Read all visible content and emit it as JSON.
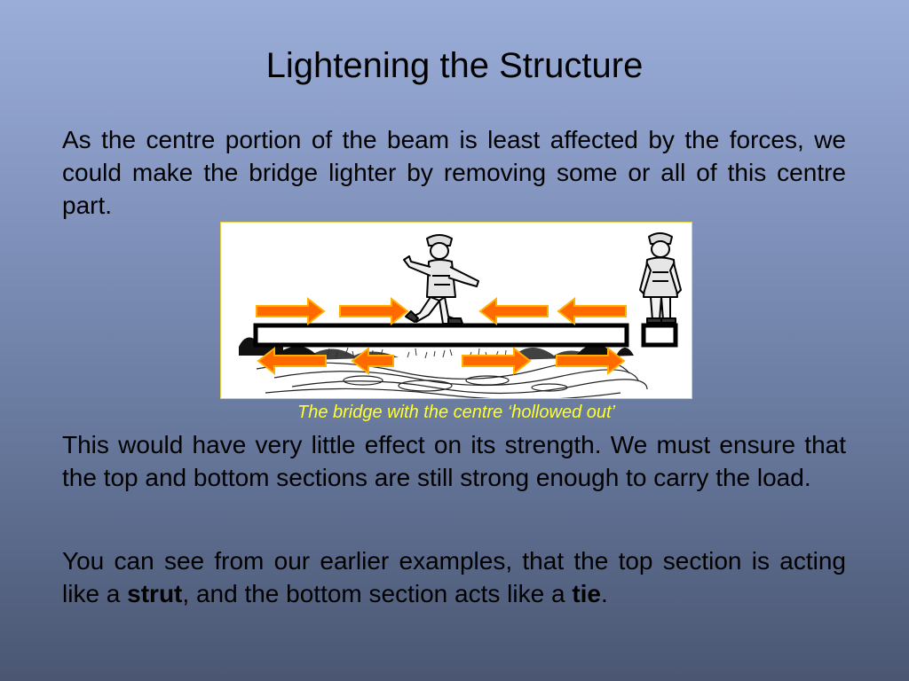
{
  "slide": {
    "title": "Lightening the Structure",
    "paragraph_1": "As the centre portion of the beam is least affected by the forces, we could make the bridge lighter by removing some or all of this centre part.",
    "paragraph_2": "This would have very little effect on its strength. We must ensure that the top and bottom sections are still strong enough to carry the load.",
    "paragraph_3": {
      "part_1": "You can see from our earlier examples, that the top section is acting like a ",
      "bold_1": "strut",
      "part_2": ", and the bottom section acts like a ",
      "bold_2": "tie",
      "part_3": "."
    }
  },
  "figure": {
    "caption": "The bridge with the centre ‘hollowed out’",
    "caption_color": "#ffff33",
    "arrow_color": "#ff6a00",
    "arrow_outline": "#ffb000",
    "top_arrows": [
      "right",
      "right",
      "left",
      "left"
    ],
    "bottom_arrows": [
      "left",
      "left",
      "right",
      "right"
    ],
    "icons": [
      "walking-soldier-icon",
      "standing-soldier-icon"
    ]
  }
}
